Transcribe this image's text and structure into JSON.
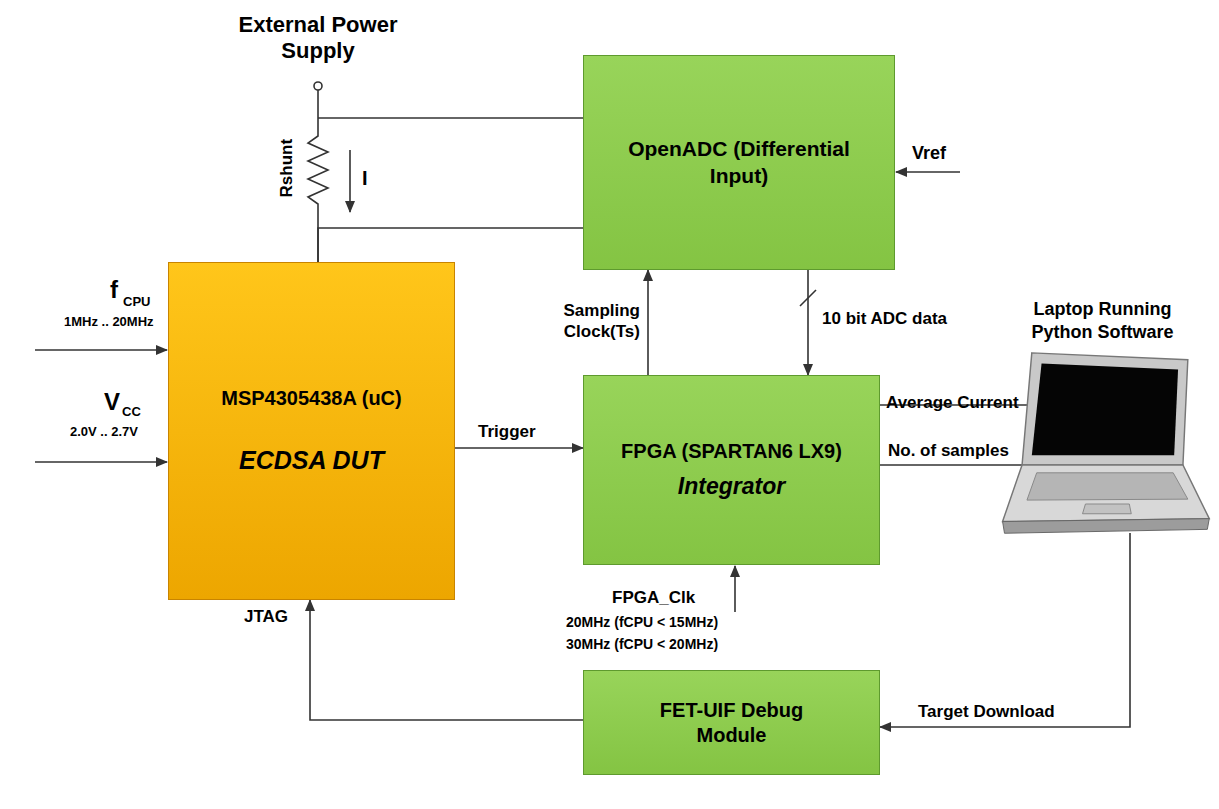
{
  "diagram": {
    "nodes": [
      {
        "text": [
          "MSP4305438A (uC)",
          "ECDSA DUT"
        ]
      },
      {
        "text": [
          "OpenADC (Differential Input)"
        ]
      },
      {
        "text": [
          "FPGA (SPARTAN6 LX9)",
          "Integrator"
        ]
      },
      {
        "text": [
          "FET-UIF Debug Module"
        ]
      },
      {
        "text": [
          "Laptop Running Python Software"
        ]
      }
    ],
    "edges": [
      {
        "from": 2,
        "to": 1,
        "label": "Sampling Clock(Ts)",
        "arrow": "to"
      },
      {
        "from": 1,
        "to": 2,
        "label": "10 bit ADC data",
        "arrow": "to"
      },
      {
        "from": 0,
        "to": 2,
        "label": "Trigger",
        "arrow": "to"
      },
      {
        "from": 2,
        "to": 4,
        "label": "Average Current",
        "arrow": "to"
      },
      {
        "from": 2,
        "to": 4,
        "label": "No. of samples",
        "arrow": "to"
      },
      {
        "from": 4,
        "to": 3,
        "label": "Target Download",
        "arrow": "to"
      },
      {
        "from": 3,
        "to": 0,
        "label": "JTAG",
        "arrow": "to"
      },
      {
        "from": 0,
        "to": 1,
        "arrow": "none"
      }
    ],
    "labels": [
      "External Power Supply",
      "Rshunt",
      "I",
      "f",
      "CPU",
      "1MHz .. 20MHz",
      "V",
      "CC",
      "2.0V .. 2.7V",
      "Vref",
      "FPGA_Clk",
      "20MHz (fCPU < 15MHz)",
      "30MHz (fCPU < 20MHz)"
    ]
  }
}
